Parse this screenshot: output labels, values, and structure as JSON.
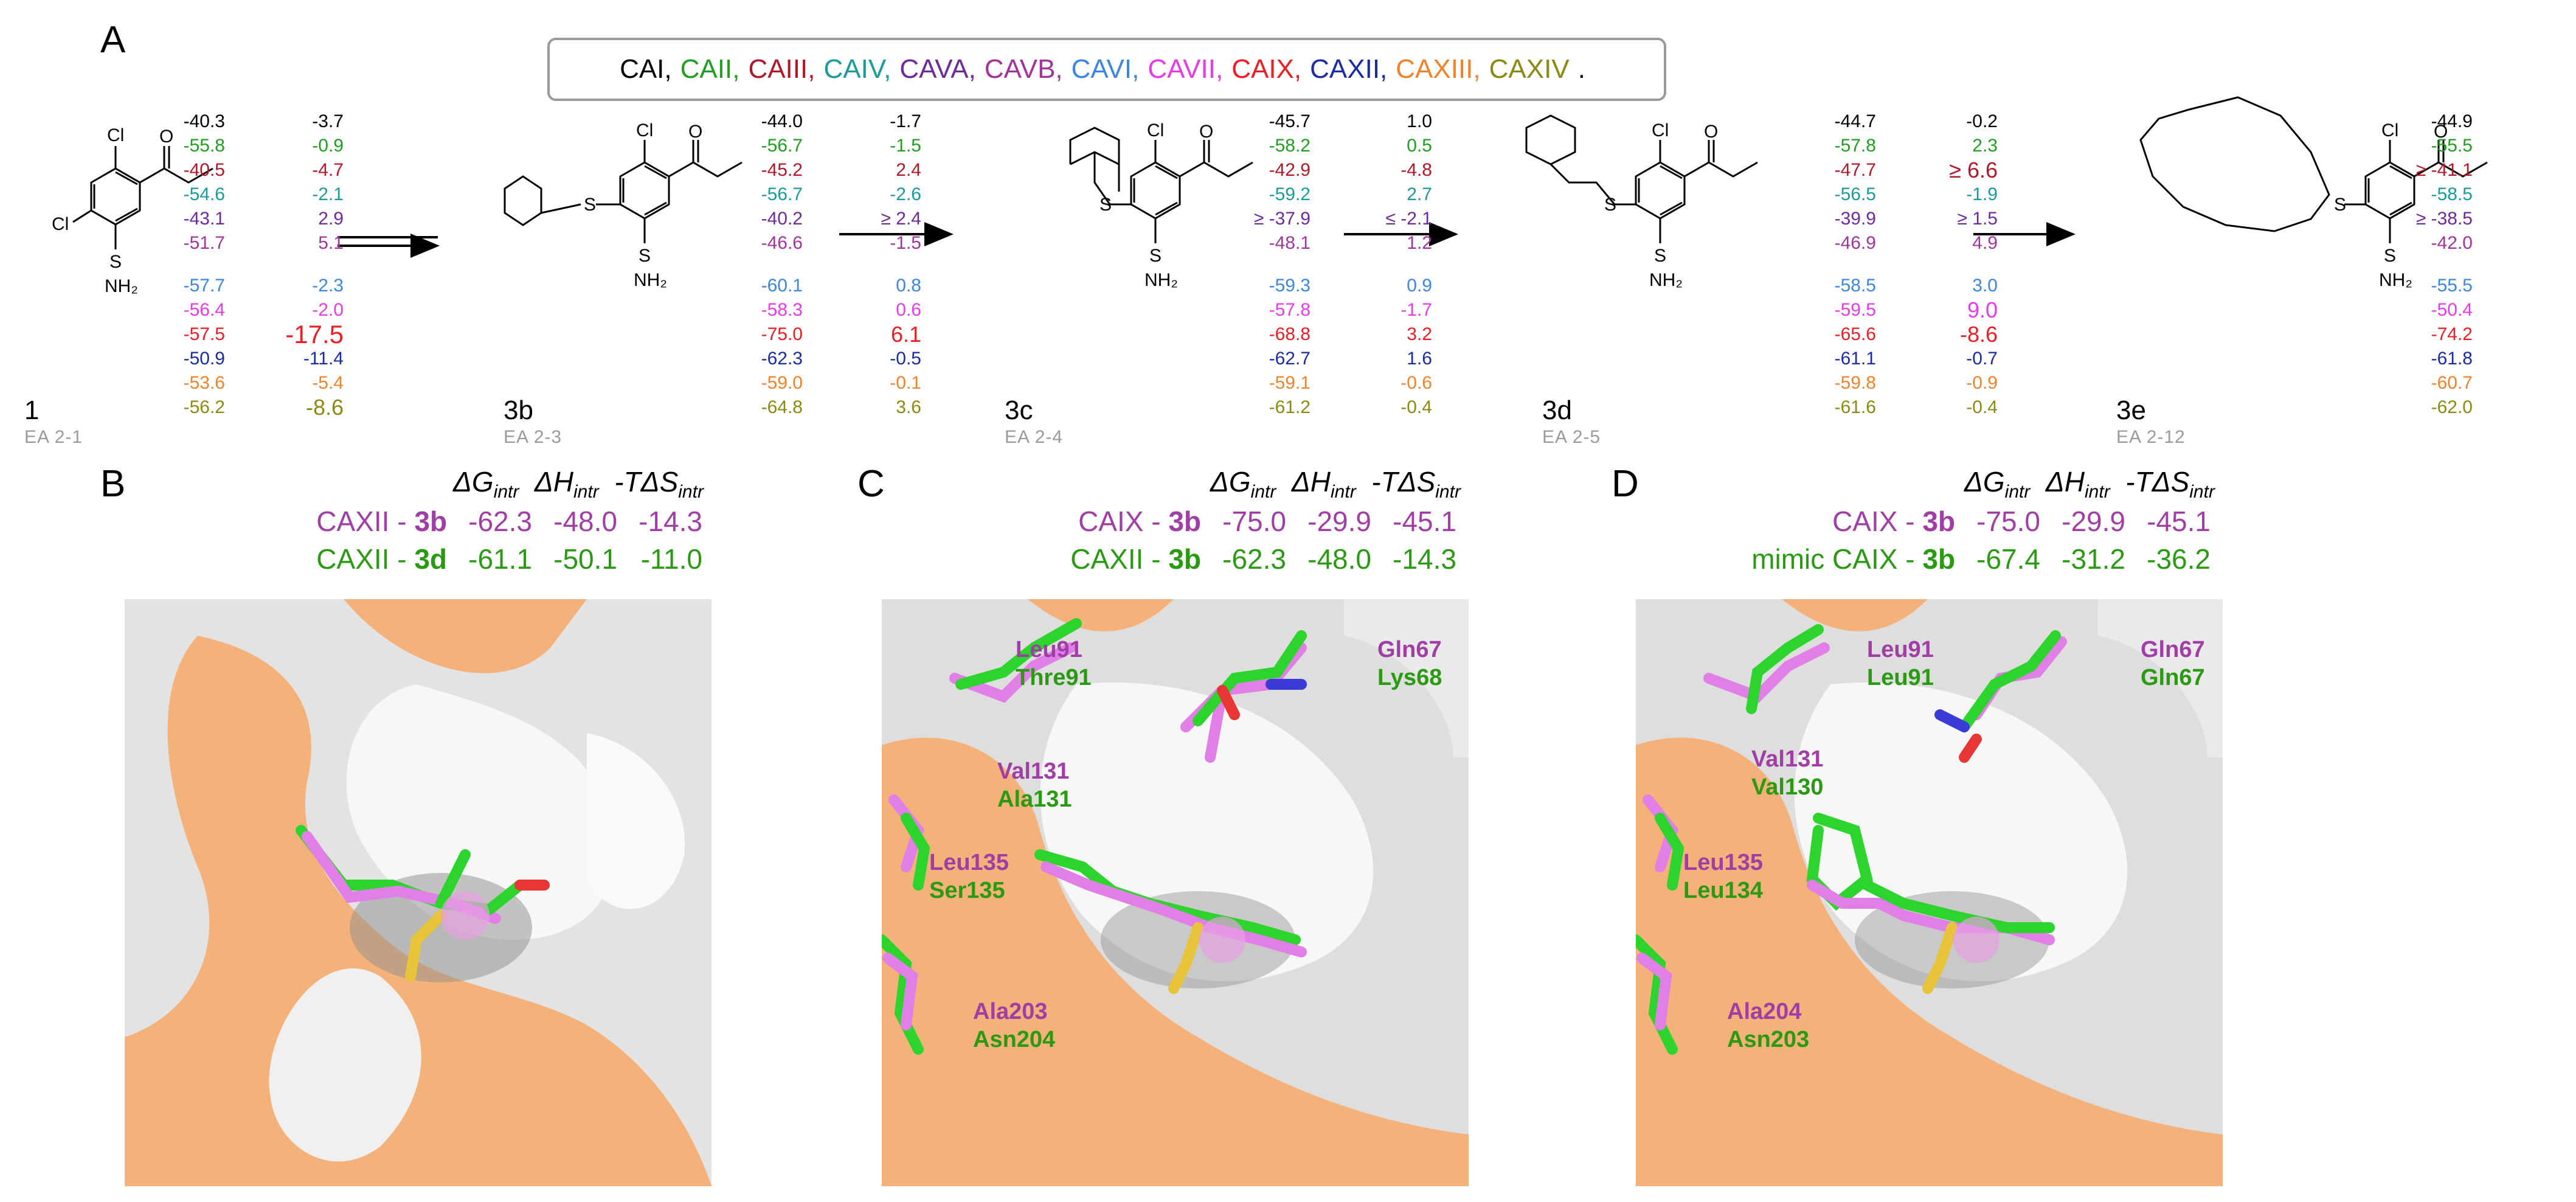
{
  "panels": {
    "A": "A",
    "B": "B",
    "C": "C",
    "D": "D"
  },
  "legend": [
    {
      "label": "CAI",
      "color": "#000000"
    },
    {
      "label": "CAII",
      "color": "#1f9e1f"
    },
    {
      "label": "CAIII",
      "color": "#b0182a"
    },
    {
      "label": "CAIV",
      "color": "#1a9a9a"
    },
    {
      "label": "CAVA",
      "color": "#6f2a9a"
    },
    {
      "label": "CAVB",
      "color": "#a1349b"
    },
    {
      "label": "CAVI",
      "color": "#3d86e0"
    },
    {
      "label": "CAVII",
      "color": "#e83ae6"
    },
    {
      "label": "CAIX",
      "color": "#ee1c24"
    },
    {
      "label": "CAXII",
      "color": "#1a2ca0"
    },
    {
      "label": "CAXIII",
      "color": "#f0822a"
    },
    {
      "label": "CAXIV",
      "color": "#8a8a12"
    }
  ],
  "legend_end": ".",
  "compounds": [
    {
      "name": "1",
      "ea": "EA 2-1"
    },
    {
      "name": "3b",
      "ea": "EA 2-3"
    },
    {
      "name": "3c",
      "ea": "EA 2-4"
    },
    {
      "name": "3d",
      "ea": "EA 2-5"
    },
    {
      "name": "3e",
      "ea": "EA 2-12"
    }
  ],
  "atoms": {
    "cl": "Cl",
    "o": "O",
    "s": "S",
    "nh2": "NH2"
  },
  "value_columns": [
    [
      "-40.3",
      "-55.8",
      "-40.5",
      "-54.6",
      "-43.1",
      "-51.7",
      "-57.7",
      "-56.4",
      "-57.5",
      "-50.9",
      "-53.6",
      "-56.2"
    ],
    [
      "-3.7",
      "-0.9",
      "-4.7",
      "-2.1",
      "2.9",
      "5.1",
      "-2.3",
      "-2.0",
      "-17.5",
      "-11.4",
      "-5.4",
      "-8.6"
    ],
    [
      "-44.0",
      "-56.7",
      "-45.2",
      "-56.7",
      "-40.2",
      "-46.6",
      "-60.1",
      "-58.3",
      "-75.0",
      "-62.3",
      "-59.0",
      "-64.8"
    ],
    [
      "-1.7",
      "-1.5",
      "2.4",
      "-2.6",
      "≥ 2.4",
      "-1.5",
      "0.8",
      "0.6",
      "6.1",
      "-0.5",
      "-0.1",
      "3.6"
    ],
    [
      "-45.7",
      "-58.2",
      "-42.9",
      "-59.2",
      "≥ -37.9",
      "-48.1",
      "-59.3",
      "-57.8",
      "-68.8",
      "-62.7",
      "-59.1",
      "-61.2"
    ],
    [
      "1.0",
      "0.5",
      "-4.8",
      "2.7",
      "≤ -2.1",
      "1.2",
      "0.9",
      "-1.7",
      "3.2",
      "1.6",
      "-0.6",
      "-0.4"
    ],
    [
      "-44.7",
      "-57.8",
      "-47.7",
      "-56.5",
      "-39.9",
      "-46.9",
      "-58.5",
      "-59.5",
      "-65.6",
      "-61.1",
      "-59.8",
      "-61.6"
    ],
    [
      "-0.2",
      "2.3",
      "≥ 6.6",
      "-1.9",
      "≥ 1.5",
      "4.9",
      "3.0",
      "9.0",
      "-8.6",
      "-0.7",
      "-0.9",
      "-0.4"
    ],
    [
      "-44.9",
      "-55.5",
      "≥ -41.1",
      "-58.5",
      "≥ -38.5",
      "-42.0",
      "-55.5",
      "-50.4",
      "-74.2",
      "-61.8",
      "-60.7",
      "-62.0"
    ]
  ],
  "value_colors": [
    "#000000",
    "#1f9e1f",
    "#b0182a",
    "#1a9a9a",
    "#6f2a9a",
    "#a1349b",
    "#3d86e0",
    "#e83ae6",
    "#ee1c24",
    "#1a2ca0",
    "#f0822a",
    "#8a8a12"
  ],
  "thermo_headers": {
    "dg": "ΔGintr",
    "dh": "ΔHintr",
    "tds": "-TΔSintr"
  },
  "panel_B": {
    "rows": [
      {
        "protein": "CAXII - ",
        "ligand": "3b",
        "dg": "-62.3",
        "dh": "-48.0",
        "tds": "-14.3",
        "color": "#a13ea5"
      },
      {
        "protein": "CAXII - ",
        "ligand": "3d",
        "dg": "-61.1",
        "dh": "-50.1",
        "tds": "-11.0",
        "color": "#2a9a12"
      }
    ]
  },
  "panel_C": {
    "rows": [
      {
        "protein": "CAIX  - ",
        "ligand": "3b",
        "dg": "-75.0",
        "dh": "-29.9",
        "tds": "-45.1",
        "color": "#a13ea5"
      },
      {
        "protein": "CAXII - ",
        "ligand": "3b",
        "dg": "-62.3",
        "dh": "-48.0",
        "tds": "-14.3",
        "color": "#2a9a12"
      }
    ],
    "residues": [
      {
        "a": "Leu91",
        "b": "Thre91"
      },
      {
        "a": "Gln67",
        "b": "Lys68"
      },
      {
        "a": "Val131",
        "b": "Ala131"
      },
      {
        "a": "Leu135",
        "b": "Ser135"
      },
      {
        "a": "Ala203",
        "b": "Asn204"
      }
    ]
  },
  "panel_D": {
    "rows": [
      {
        "protein": "CAIX - ",
        "ligand": "3b",
        "dg": "-75.0",
        "dh": "-29.9",
        "tds": "-45.1",
        "color": "#a13ea5"
      },
      {
        "protein": "mimic CAIX - ",
        "ligand": "3b",
        "dg": "-67.4",
        "dh": "-31.2",
        "tds": "-36.2",
        "color": "#2a9a12"
      }
    ],
    "residues": [
      {
        "a": "Leu91",
        "b": "Leu91"
      },
      {
        "a": "Gln67",
        "b": "Gln67"
      },
      {
        "a": "Val131",
        "b": "Val130"
      },
      {
        "a": "Leu135",
        "b": "Leu134"
      },
      {
        "a": "Ala204",
        "b": "Asn203"
      }
    ]
  }
}
